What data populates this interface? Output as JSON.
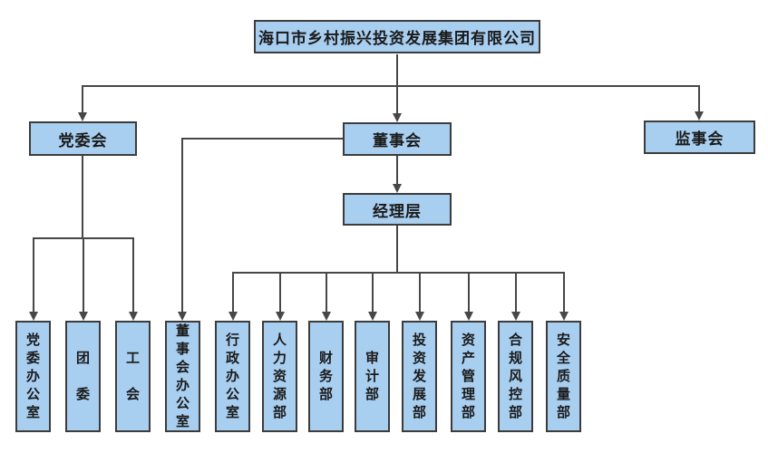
{
  "org_chart": {
    "root": {
      "label": "海口市乡村振兴投资发展集团有限公司"
    },
    "level2": [
      {
        "label": "党委会"
      },
      {
        "label": "董事会"
      },
      {
        "label": "监事会"
      }
    ],
    "management": {
      "label": "经理层"
    },
    "party_departments": [
      {
        "label": "党委办公室"
      },
      {
        "label": "团　委"
      },
      {
        "label": "工　会"
      }
    ],
    "board_office": {
      "label": "董事会办公室"
    },
    "management_departments": [
      {
        "label": "行政办公室"
      },
      {
        "label": "人力资源部"
      },
      {
        "label": "财务部"
      },
      {
        "label": "审计部"
      },
      {
        "label": "投资发展部"
      },
      {
        "label": "资产管理部"
      },
      {
        "label": "合规风控部"
      },
      {
        "label": "安全质量部"
      }
    ]
  },
  "colors": {
    "box_fill": "#A8CEF0",
    "box_border": "#3C3C3C",
    "connector_line": "#474747",
    "text": "#1A1A1A",
    "background": "#FFFFFF"
  }
}
